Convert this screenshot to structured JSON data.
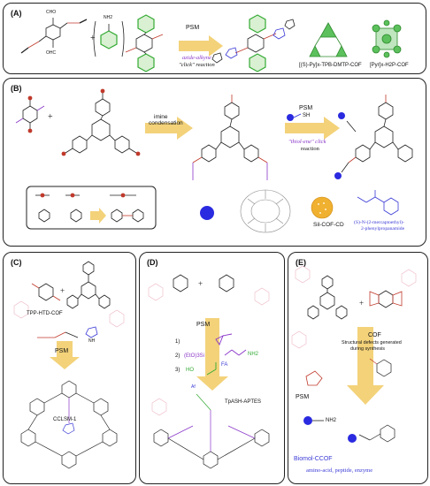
{
  "panels": {
    "A": {
      "label": "(A)",
      "psm": "PSM",
      "reaction_line1": "azide-alkyne",
      "reaction_line2": "\"click\" reaction",
      "cof1": "[(S)-Py]x-TPB-DMTP-COF",
      "cof2": "[Pyr]x-H2P-COF",
      "cho_top": "CHO",
      "cho_bottom": "OHC",
      "nh2": "NH2"
    },
    "B": {
      "label": "(B)",
      "condensation_line1": "imine",
      "condensation_line2": "condensation",
      "psm": "PSM",
      "sh": "SH",
      "click_line1": "\"thiol-ene\" click",
      "click_line2": "reaction",
      "sil_cof_cd": "Sil-COF-CD",
      "mercapto_line1": "(S)-N-(2-mercaptoethyl)-",
      "mercapto_line2": "2-phenylpropanamide"
    },
    "C": {
      "label": "(C)",
      "cof": "TPP-HTD-COF",
      "psm": "PSM",
      "product": "CCLSM-1",
      "nh": "NH"
    },
    "D": {
      "label": "(D)",
      "psm": "PSM",
      "step1": "1)",
      "step2": "2)",
      "step3": "3)",
      "etosi": "(EtO)3Si",
      "nh2": "NH2",
      "ho": "HO",
      "fa": "FA",
      "product": "TpASH-APTES",
      "af": "Af"
    },
    "E": {
      "label": "(E)",
      "cof": "COF",
      "defects_line1": "Structural defects generated",
      "defects_line2": "during synthesis",
      "psm": "PSM",
      "nh2": "NH2",
      "product": "Biomol-CCOF",
      "biomolecules": "amino-acid, peptide, enzyme"
    }
  },
  "colors": {
    "arrow": "#f3d27a",
    "blue_ball": "#2a2ae0",
    "green_ring": "#33aa33",
    "pink_framework": "#e6a3b3",
    "purple_text": "#8a36c8",
    "blue_text": "#3a3ad6",
    "red_atom": "#c0392b",
    "orange_sphere": "#f0b030"
  }
}
